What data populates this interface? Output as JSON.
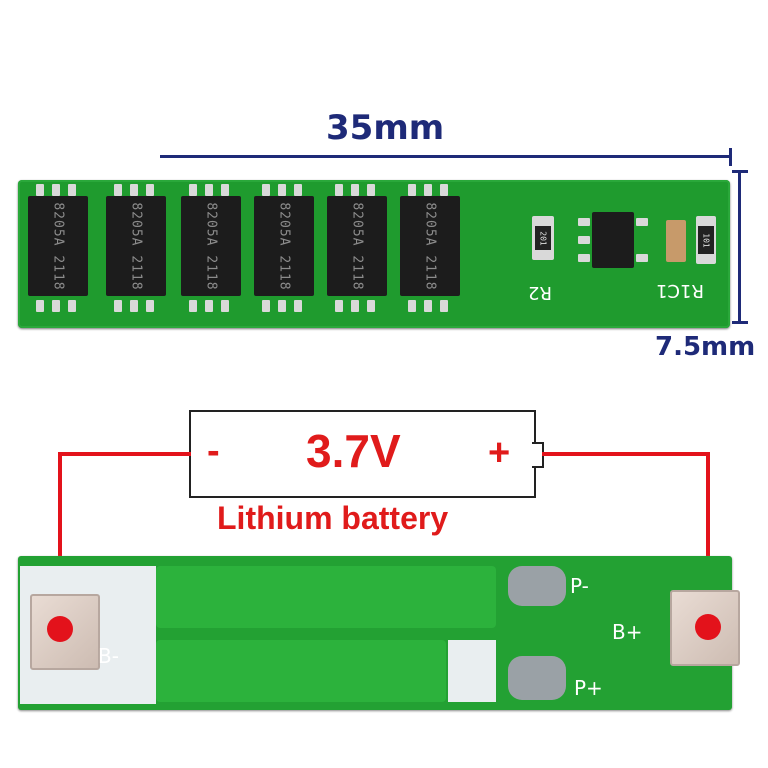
{
  "dimensions": {
    "length_label": "35mm",
    "width_label": "7.5mm"
  },
  "top_board": {
    "mosfets": [
      "8205A 2118",
      "8205A 2118",
      "8205A 2118",
      "8205A 2118",
      "8205A 2118",
      "8205A 2118"
    ],
    "resistor_codes": [
      "201",
      "101"
    ],
    "silkscreen": [
      "R2",
      "R1C1"
    ]
  },
  "battery": {
    "minus": "-",
    "plus": "+",
    "voltage": "3.7V",
    "caption": "Lithium battery"
  },
  "bottom_board": {
    "labels": {
      "b_minus": "B-",
      "b_plus": "B+",
      "p_minus": "P-",
      "p_plus": "P+"
    }
  },
  "colors": {
    "dimension_blue": "#1e2a78",
    "wire_red": "#e3121b",
    "pcb_green": "#1f9b2e"
  }
}
